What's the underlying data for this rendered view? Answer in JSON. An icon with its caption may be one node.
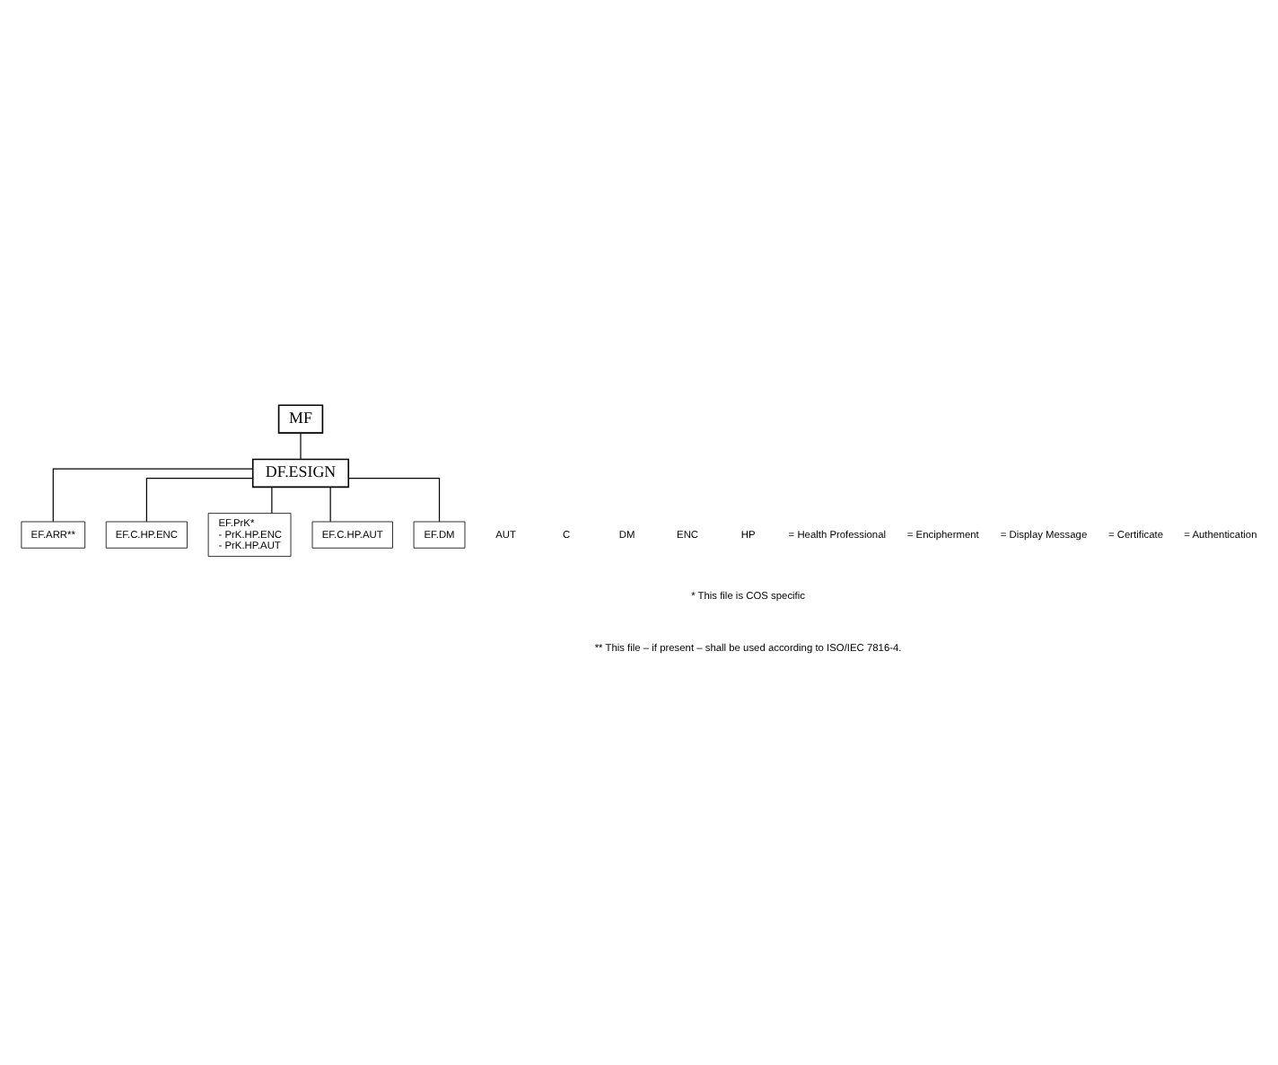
{
  "diagram": {
    "nodes": [
      {
        "text": [
          "MF"
        ]
      },
      {
        "text": [
          "DF.ESIGN"
        ]
      },
      {
        "text": [
          "EF.ARR**"
        ]
      },
      {
        "text": [
          "EF.C.HP.ENC"
        ]
      },
      {
        "text": [
          "EF.PrK*",
          "- PrK.HP.ENC",
          "- PrK.HP.AUT"
        ]
      },
      {
        "text": [
          "EF.C.HP.AUT"
        ]
      },
      {
        "text": [
          "EF.DM"
        ]
      }
    ],
    "edges": [
      {
        "from": 0,
        "to": 1,
        "arrow": "none"
      },
      {
        "from": 1,
        "to": 2,
        "arrow": "none"
      },
      {
        "from": 1,
        "to": 3,
        "arrow": "none"
      },
      {
        "from": 1,
        "to": 4,
        "arrow": "none"
      },
      {
        "from": 1,
        "to": 5,
        "arrow": "none"
      },
      {
        "from": 1,
        "to": 6,
        "arrow": "none"
      }
    ],
    "labels": [
      "AUT",
      "= Authentication",
      "C",
      "= Certificate",
      "DM",
      "= Display Message",
      "ENC",
      "= Encipherment",
      "HP",
      "= Health Professional",
      "* This file is COS specific",
      "** This file – if present – shall be used according to ISO/IEC 7816-4."
    ]
  }
}
